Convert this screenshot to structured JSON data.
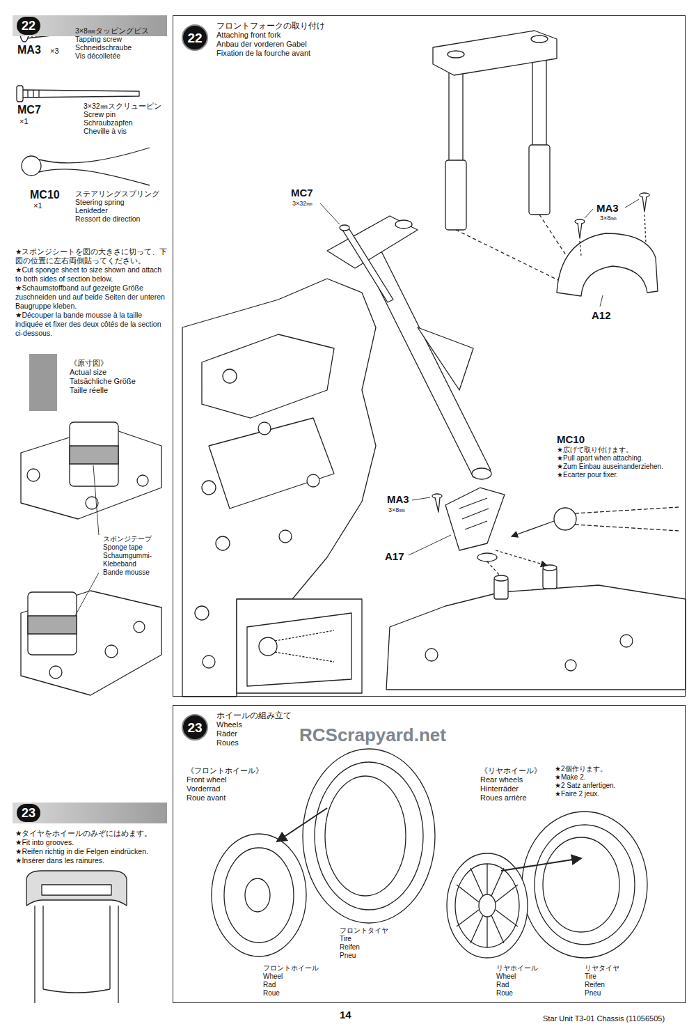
{
  "diagram": {
    "nodes": [
      {
        "text": [
          "22"
        ]
      },
      {
        "text": [
          "フロントフォークの取り付け",
          "Attaching front fork",
          "Anbau der vorderen Gabel",
          "Fixation de la fourche avant"
        ]
      },
      {
        "text": [
          "22"
        ],
        "in": 1
      },
      {
        "text": [
          "23"
        ]
      },
      {
        "text": [
          "ホイールの組み立て",
          "Wheels",
          "Räder",
          "Roues"
        ]
      },
      {
        "text": [
          "23"
        ],
        "in": 4
      }
    ],
    "labels": [
      "MA3",
      "×3",
      "3×8㎜タッピングビス",
      "Tapping screw",
      "Schneidschraube",
      "Vis décolletée",
      "MC7",
      "×1",
      "3×32㎜スクリューピン",
      "Screw pin",
      "Schraubzapfen",
      "Cheville à vis",
      "MC10",
      "×1",
      "ステアリングスプリング",
      "Steering spring",
      "Lenkfeder",
      "Ressort de direction",
      "★スポンジシートを図の大きさに切って、下図の位置に左右両側貼ってください。",
      "★Cut sponge sheet to size shown and attach to both sides of section below.",
      "★Schaumstoffband auf gezeigte Größe zuschneiden und auf beide Seiten der unteren Baugruppe kleben.",
      "★Découper la bande mousse à la taille indiquée et fixer des deux côtés de la section ci-dessous.",
      "《原寸図》",
      "Actual size",
      "Tatsächliche Größe",
      "Taille réelle",
      "スポンジテープ",
      "Sponge tape",
      "Schaumgummi-Klebeband",
      "Bande mousse",
      "★タイヤをホイールのみぞにはめます。",
      "★Fit into grooves.",
      "★Reifen richtig in die Felgen eindrücken.",
      "★Insérer dans les rainures.",
      "MA3",
      "3×8㎜",
      "A12",
      "MC7",
      "3×32㎜",
      "MC10",
      "★広げて取り付けます。",
      "★Pull apart when attaching.",
      "★Zum Einbau auseinanderziehen.",
      "★Ecarter pour fixer.",
      "MA3",
      "3×8㎜",
      "A17",
      "《フロントホイール》",
      "Front wheel",
      "Vorderrad",
      "Roue avant",
      "《リヤホイール》",
      "Rear wheels",
      "Hinterräder",
      "Roues arrière",
      "★2個作ります。",
      "★Make 2.",
      "★2 Satz anfertigen.",
      "★Faire 2 jeux.",
      "フロントタイヤ",
      "Tire",
      "Reifen",
      "Pneu",
      "フロントホイール",
      "Wheel",
      "Rad",
      "Roue",
      "リヤホイール",
      "Wheel",
      "Rad",
      "Roue",
      "リヤタイヤ",
      "Tire",
      "Reifen",
      "Pneu",
      "14",
      "Star Unit T3-01 Chassis (11056505)",
      "RCScrapyard.net"
    ]
  }
}
